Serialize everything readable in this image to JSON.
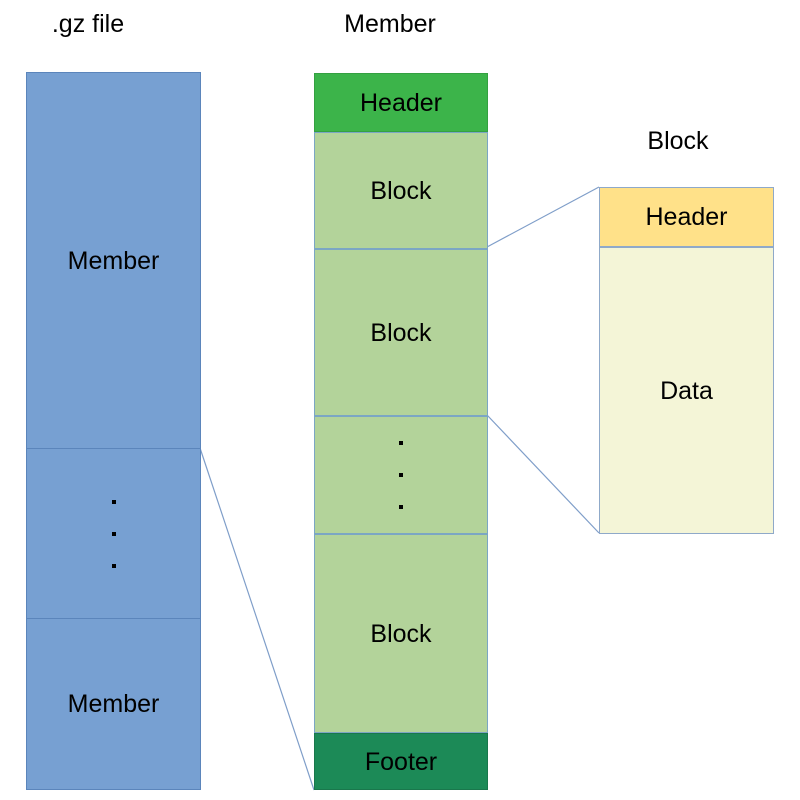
{
  "diagram": {
    "title_gz": ".gz file",
    "title_member": "Member",
    "title_block": "Block",
    "colors": {
      "member_blue": "#77a0d2",
      "member_border": "#5b85bb",
      "header_green": "#3cb44a",
      "block_green": "#b3d39a",
      "footer_green": "#1c8a57",
      "block_header_yellow": "#ffe189",
      "block_data_cream": "#f4f5d7",
      "connector_line": "#7f9ec9"
    }
  },
  "gz_column": {
    "header_label": ".gz file",
    "segments": [
      {
        "label": "Member",
        "kind": "member"
      },
      {
        "label": "",
        "kind": "ellipsis"
      },
      {
        "label": "Member",
        "kind": "member"
      }
    ]
  },
  "member_column": {
    "header_label": "Member",
    "segments": [
      {
        "label": "Header",
        "kind": "header"
      },
      {
        "label": "Block",
        "kind": "block"
      },
      {
        "label": "Block",
        "kind": "block"
      },
      {
        "label": "",
        "kind": "ellipsis"
      },
      {
        "label": "Block",
        "kind": "block"
      },
      {
        "label": "Footer",
        "kind": "footer"
      }
    ]
  },
  "block_column": {
    "header_label": "Block",
    "segments": [
      {
        "label": "Header",
        "kind": "block-header"
      },
      {
        "label": "Data",
        "kind": "block-data"
      }
    ]
  }
}
